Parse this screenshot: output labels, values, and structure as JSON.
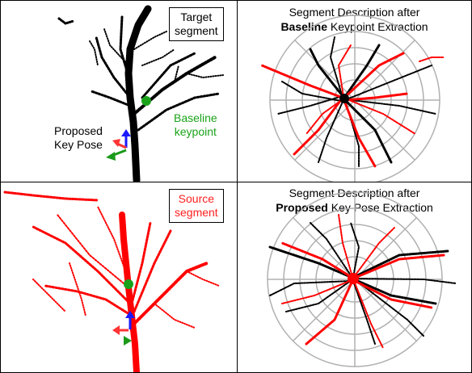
{
  "panels": {
    "target": {
      "label_line1": "Target",
      "label_line2": "segment",
      "baseline_line1": "Baseline",
      "baseline_line2": "keypoint",
      "proposed_line1": "Proposed",
      "proposed_line2": "Key Pose"
    },
    "baseline_desc": {
      "title_line1": "Segment Description after",
      "title_bold": "Baseline",
      "title_rest": " Keypoint Extraction"
    },
    "source": {
      "label_line1": "Source",
      "label_line2": "segment"
    },
    "proposed_desc": {
      "title_line1": "Segment Description after",
      "title_bold": "Proposed",
      "title_rest": " Key Pose Extraction"
    }
  },
  "colors": {
    "target_cloud": "#000000",
    "source_cloud": "#ff0000",
    "baseline_keypoint": "#1aa31a",
    "arrow_x": "#ff3333",
    "arrow_y": "#1a9a1a",
    "arrow_z": "#1a1aff",
    "polar_grid": "#b0b0b0"
  }
}
